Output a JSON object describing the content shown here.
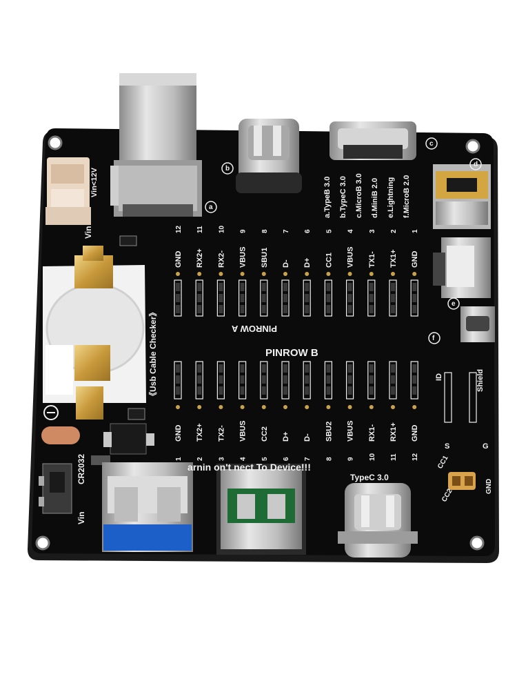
{
  "board": {
    "title": "Usb Cable Checker",
    "title_display": "《Usb Cable Checker》",
    "warning": "Warning: Don't Connect To Device!!!",
    "warning_visible": "arnin   on't   nect To Device!!!",
    "battery": "CR2032",
    "vin_in": "Vin<12V",
    "vin_label": "Vin",
    "switch_label": "Vin",
    "row_a": "PINROW A",
    "row_b": "PINROW B",
    "typec_label": "TypeC 3.0"
  },
  "connector_legend": [
    "a.TypeB 3.0",
    "b.TypeC 3.0",
    "c.MicroB 3.0",
    "d.MiniB 2.0",
    "e.Lightning",
    "f.MicroB 2.0"
  ],
  "connector_letters": [
    "a",
    "b",
    "c",
    "d",
    "e",
    "f"
  ],
  "pinrow_a": [
    {
      "num": "12",
      "name": "GND"
    },
    {
      "num": "11",
      "name": "RX2+"
    },
    {
      "num": "10",
      "name": "RX2-"
    },
    {
      "num": "9",
      "name": "VBUS"
    },
    {
      "num": "8",
      "name": "SBU1"
    },
    {
      "num": "7",
      "name": "D-"
    },
    {
      "num": "6",
      "name": "D+"
    },
    {
      "num": "5",
      "name": "CC1"
    },
    {
      "num": "4",
      "name": "VBUS"
    },
    {
      "num": "3",
      "name": "TX1-"
    },
    {
      "num": "2",
      "name": "TX1+"
    },
    {
      "num": "1",
      "name": "GND"
    }
  ],
  "pinrow_b": [
    {
      "num": "1",
      "name": "GND"
    },
    {
      "num": "2",
      "name": "TX2+"
    },
    {
      "num": "3",
      "name": "TX2-"
    },
    {
      "num": "4",
      "name": "VBUS"
    },
    {
      "num": "5",
      "name": "CC2"
    },
    {
      "num": "6",
      "name": "D+"
    },
    {
      "num": "7",
      "name": "D-"
    },
    {
      "num": "8",
      "name": "SBU2"
    },
    {
      "num": "9",
      "name": "VBUS"
    },
    {
      "num": "10",
      "name": "RX1-"
    },
    {
      "num": "11",
      "name": "RX1+"
    },
    {
      "num": "12",
      "name": "GND"
    }
  ],
  "side_pins": {
    "id": "ID",
    "shield": "Shield",
    "s": "S",
    "g": "G"
  },
  "cc_pads": {
    "cc1": "CC1",
    "cc2": "CC2",
    "gnd": "GND"
  },
  "colors": {
    "pcb": "#0b0b0b",
    "silkscreen": "#f2f2f2",
    "gold": "#c9a24a",
    "usb3_blue": "#1d5fc8",
    "pcb_green": "#1e6b35"
  }
}
